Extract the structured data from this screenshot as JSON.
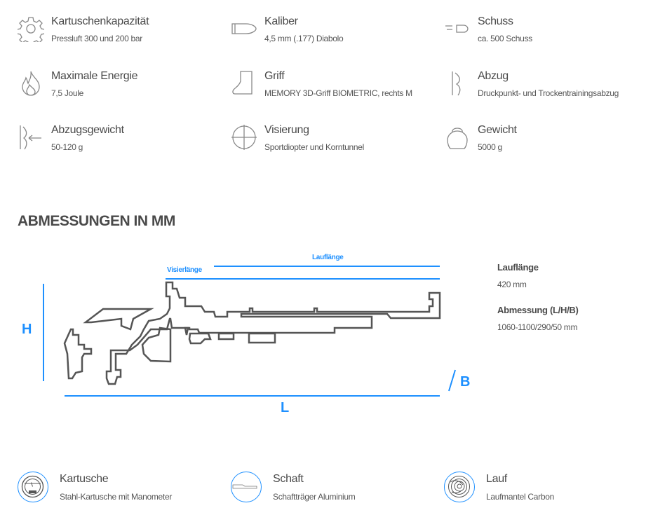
{
  "specs": [
    {
      "icon": "gear-icon",
      "title": "Kartuschenkapazität",
      "value": "Pressluft 300 und 200 bar"
    },
    {
      "icon": "bullet-icon",
      "title": "Kaliber",
      "value": "4,5 mm (.177) Diabolo"
    },
    {
      "icon": "shot-icon",
      "title": "Schuss",
      "value": "ca. 500 Schuss"
    },
    {
      "icon": "flame-icon",
      "title": "Maximale Energie",
      "value": "7,5 Joule"
    },
    {
      "icon": "grip-icon",
      "title": "Griff",
      "value": "MEMORY 3D-Griff BIOMETRIC, rechts M"
    },
    {
      "icon": "trigger-icon",
      "title": "Abzug",
      "value": "Druckpunkt- und Trockentrainingsabzug"
    },
    {
      "icon": "trigger-weight-icon",
      "title": "Abzugsgewicht",
      "value": "50-120 g"
    },
    {
      "icon": "crosshair-icon",
      "title": "Visierung",
      "value": "Sportdiopter und Korntunnel"
    },
    {
      "icon": "kettlebell-icon",
      "title": "Gewicht",
      "value": "5000 g"
    }
  ],
  "dimensions": {
    "heading": "ABMESSUNGEN IN MM",
    "label_barrel": "Lauflänge",
    "label_sight": "Visierlänge",
    "label_h": "H",
    "label_l": "L",
    "label_b": "B",
    "barrel_title": "Lauflänge",
    "barrel_value": "420 mm",
    "size_title": "Abmessung (L/H/B)",
    "size_value": "1060-1100/290/50 mm",
    "accent": "#1e90ff"
  },
  "features": [
    {
      "icon": "cartridge-icon",
      "title": "Kartusche",
      "value": "Stahl-Kartusche mit Manometer"
    },
    {
      "icon": "stock-icon",
      "title": "Schaft",
      "value": "Schaftträger Aluminium"
    },
    {
      "icon": "barrel-icon",
      "title": "Lauf",
      "value": "Laufmantel Carbon"
    }
  ]
}
